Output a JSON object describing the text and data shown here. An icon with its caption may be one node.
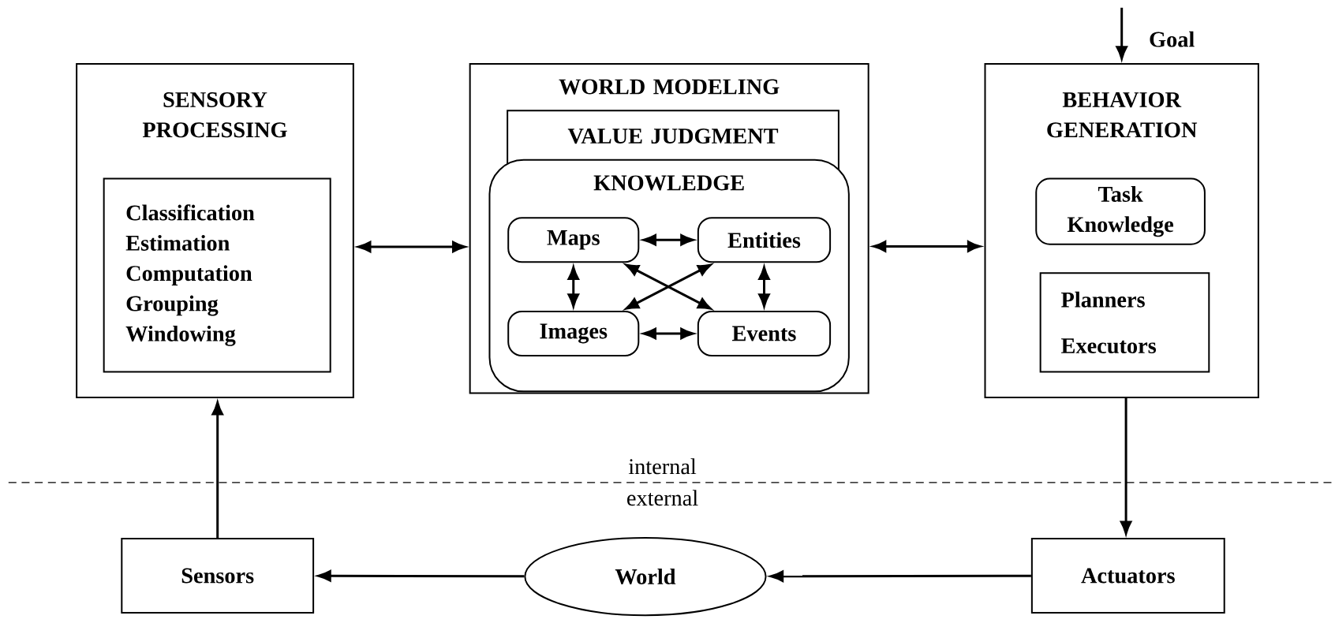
{
  "diagram": {
    "nodes": [
      {
        "text": [
          "SENSORY PROCESSING"
        ]
      },
      {
        "text": [
          "Classification Estimation Computation Grouping Windowing"
        ],
        "in": 0
      },
      {
        "text": [
          "WORLD MODELING"
        ]
      },
      {
        "text": [
          "VALUE JUDGMENT"
        ],
        "in": 2
      },
      {
        "text": [
          "KNOWLEDGE"
        ],
        "in": 2
      },
      {
        "text": [
          "Maps"
        ],
        "in": 4
      },
      {
        "text": [
          "Entities"
        ],
        "in": 4
      },
      {
        "text": [
          "Images"
        ],
        "in": 4
      },
      {
        "text": [
          "Events"
        ],
        "in": 4
      },
      {
        "text": [
          "BEHAVIOR GENERATION"
        ]
      },
      {
        "text": [
          "Task Knowledge"
        ],
        "in": 9
      },
      {
        "text": [
          "Planners Executors"
        ],
        "in": 9
      },
      {
        "text": [
          "Sensors"
        ]
      },
      {
        "text": [
          "World"
        ]
      },
      {
        "text": [
          "Actuators"
        ]
      }
    ],
    "edges": [
      {
        "from": 0,
        "to": 2,
        "arrow": "both"
      },
      {
        "from": 2,
        "to": 9,
        "arrow": "both"
      },
      {
        "from": 5,
        "to": 6,
        "arrow": "both"
      },
      {
        "from": 5,
        "to": 7,
        "arrow": "both"
      },
      {
        "from": 6,
        "to": 8,
        "arrow": "both"
      },
      {
        "from": 7,
        "to": 8,
        "arrow": "both"
      },
      {
        "from": 5,
        "to": 8,
        "arrow": "both"
      },
      {
        "from": 6,
        "to": 7,
        "arrow": "both"
      },
      {
        "from": null,
        "to": 9,
        "arrow": "to",
        "label": "Goal"
      },
      {
        "from": 9,
        "to": 14,
        "arrow": "to"
      },
      {
        "from": 14,
        "to": 13,
        "arrow": "to"
      },
      {
        "from": 13,
        "to": 12,
        "arrow": "to"
      },
      {
        "from": 12,
        "to": 0,
        "arrow": "to"
      }
    ],
    "labels": [
      "internal",
      "external"
    ]
  }
}
